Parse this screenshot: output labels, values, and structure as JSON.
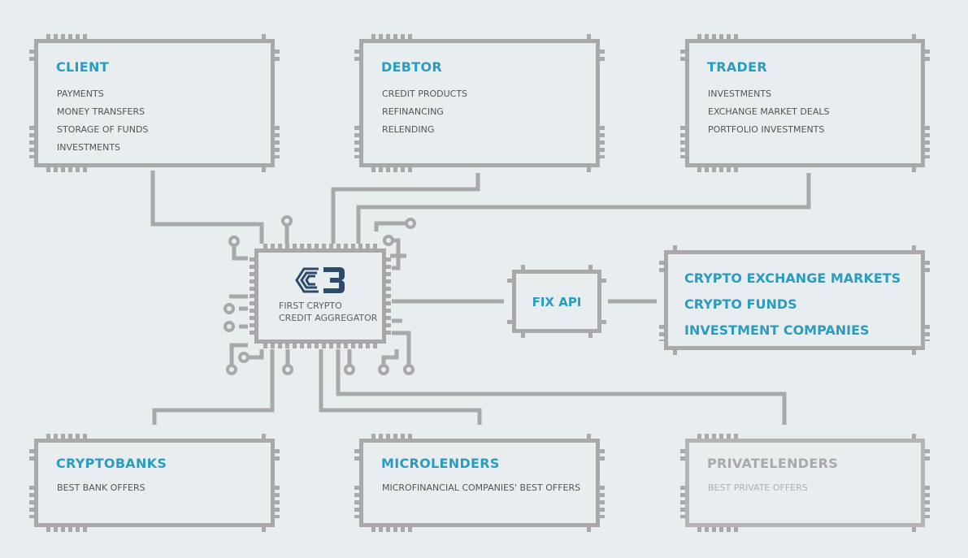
{
  "colors": {
    "accent": "#2a9cbf",
    "trace": "#a9a9a9",
    "background": "#e8eef0",
    "logo": "#2e4a6b"
  },
  "center": {
    "logo_icon": "c3-logo",
    "line1": "FIRST CRYPTO",
    "line2": "CREDIT AGGREGATOR"
  },
  "fix_api": {
    "label": "FIX API"
  },
  "boxes": {
    "client": {
      "title": "CLIENT",
      "items": [
        "PAYMENTS",
        "MONEY TRANSFERS",
        "STORAGE OF FUNDS",
        "INVESTMENTS"
      ]
    },
    "debtor": {
      "title": "DEBTOR",
      "items": [
        "CREDIT PRODUCTS",
        "REFINANCING",
        "RELENDING"
      ]
    },
    "trader": {
      "title": "TRADER",
      "items": [
        "INVESTMENTS",
        "EXCHANGE MARKET DEALS",
        "PORTFOLIO INVESTMENTS"
      ]
    },
    "markets": {
      "items": [
        "CRYPTO EXCHANGE MARKETS",
        "CRYPTO FUNDS",
        "INVESTMENT COMPANIES"
      ]
    },
    "cryptobanks": {
      "title": "CRYPTOBANKS",
      "items": [
        "BEST BANK OFFERS"
      ]
    },
    "microlenders": {
      "title": "MICROLENDERS",
      "items": [
        "MICROFINANCIAL COMPANIES' BEST OFFERS"
      ]
    },
    "privatelenders": {
      "title": "PRIVATELENDERS",
      "items": [
        "BEST PRIVATE OFFERS"
      ]
    }
  }
}
